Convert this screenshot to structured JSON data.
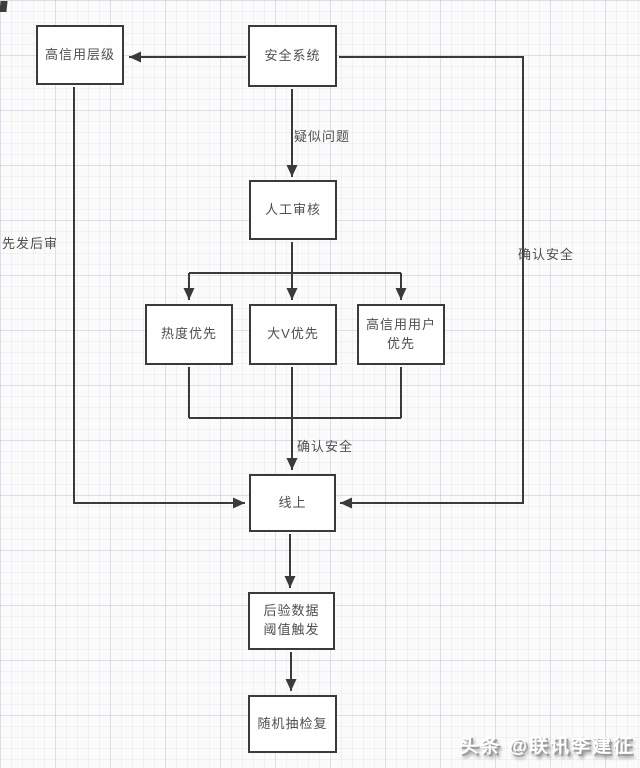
{
  "diagram": {
    "title": "content-review-flowchart",
    "colors": {
      "line": "#3a3a3a",
      "box_border": "#3a3a3a",
      "box_fill": "#fefefe",
      "text": "#4f4f4f",
      "background": "#fbfbfc"
    },
    "nodes": [
      {
        "id": "high-credit-tier",
        "label": "高信用层级"
      },
      {
        "id": "security-system",
        "label": "安全系统"
      },
      {
        "id": "manual-review",
        "label": "人工审核"
      },
      {
        "id": "heat-priority",
        "label": "热度优先"
      },
      {
        "id": "big-v-priority",
        "label": "大V优先"
      },
      {
        "id": "high-credit-user-priority",
        "label": "高信用用户优先"
      },
      {
        "id": "online",
        "label": "线上"
      },
      {
        "id": "posterior-data-threshold",
        "label": "后验数据阈值触发"
      },
      {
        "id": "random-spot-recheck",
        "label": "随机抽检复"
      }
    ],
    "edge_labels": [
      {
        "id": "suspected-issue",
        "label": "疑似问题"
      },
      {
        "id": "publish-first-review-later",
        "label": "先发后审"
      },
      {
        "id": "confirm-safe-right",
        "label": "确认安全"
      },
      {
        "id": "confirm-safe-center",
        "label": "确认安全"
      }
    ]
  },
  "watermark": {
    "text": "头条 @联讯李建征"
  }
}
